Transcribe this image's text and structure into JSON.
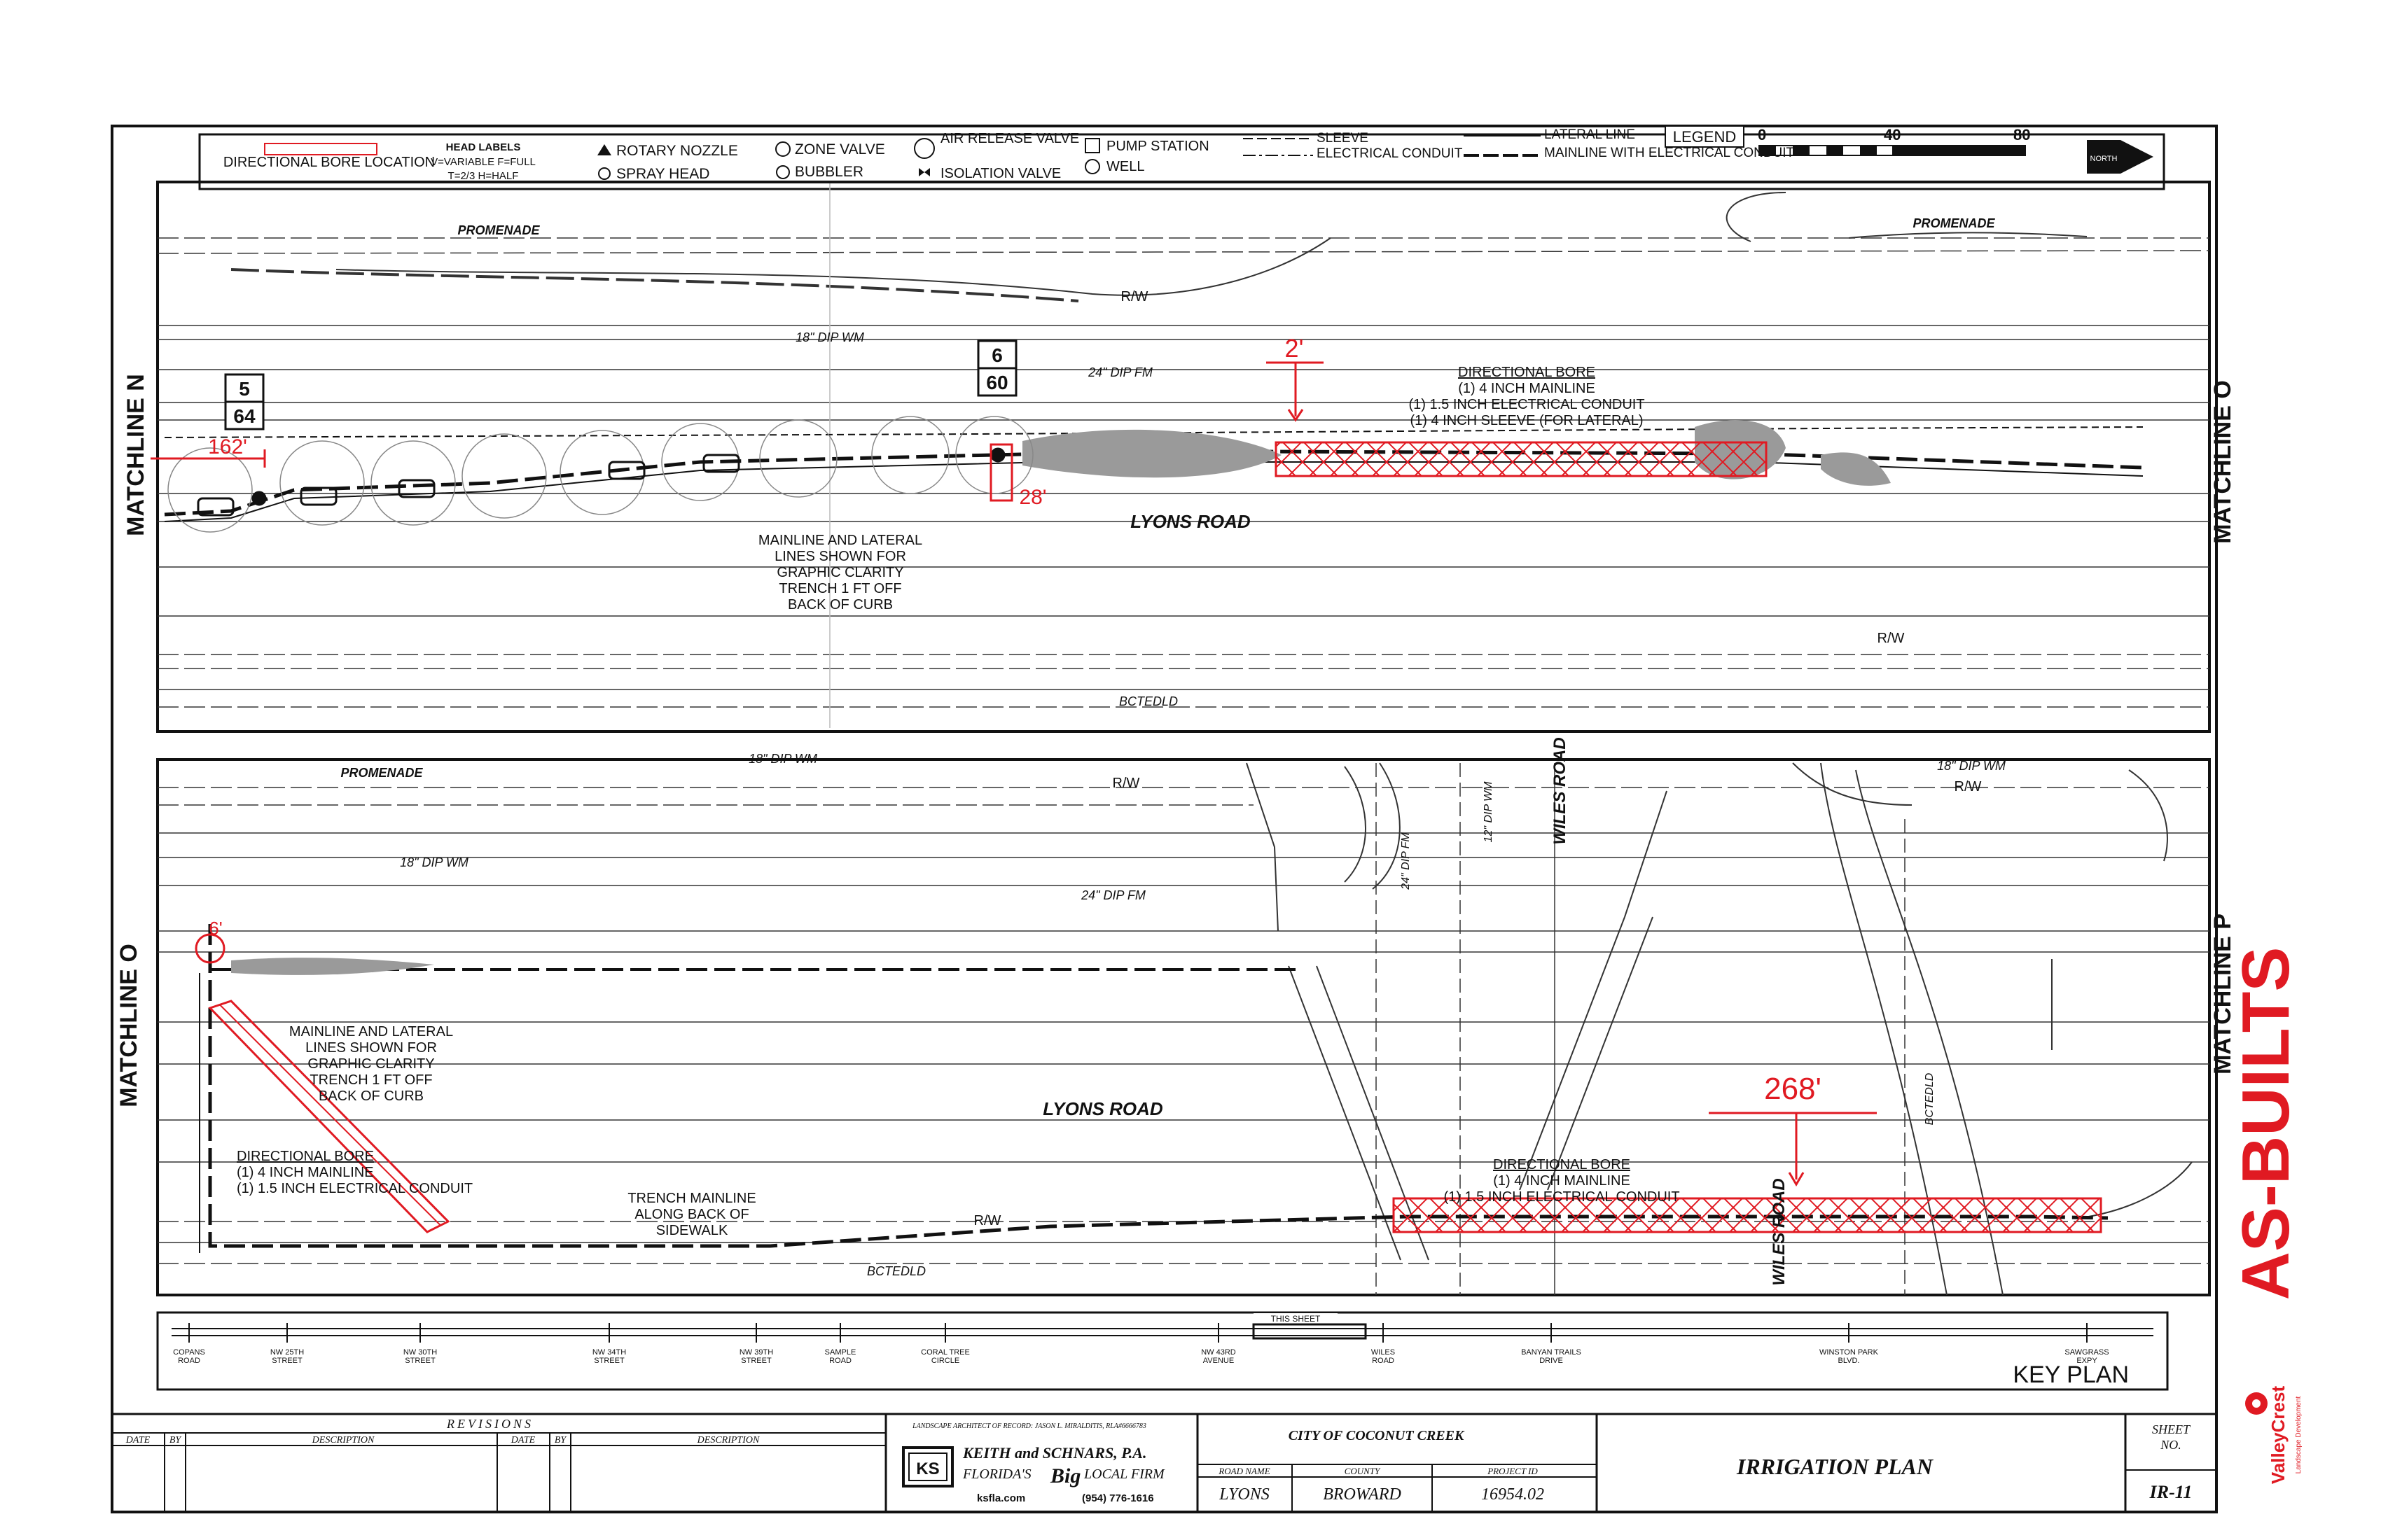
{
  "legend": {
    "directional_bore": "DIRECTIONAL BORE LOCATION",
    "head_labels_title": "HEAD LABELS",
    "head_labels_line1": "V=VARIABLE F=FULL",
    "head_labels_line2": "T=2/3 H=HALF",
    "rotary_nozzle": "ROTARY NOZZLE",
    "spray_head": "SPRAY HEAD",
    "zone_valve": "ZONE VALVE",
    "bubbler": "BUBBLER",
    "air_release_valve": "AIR RELEASE VALVE",
    "isolation_valve": "ISOLATION VALVE",
    "pump_station": "PUMP STATION",
    "well": "WELL",
    "sleeve": "SLEEVE",
    "electrical_conduit": "ELECTRICAL CONDUIT",
    "lateral_line": "LATERAL LINE",
    "mainline_with_conduit": "MAINLINE WITH ELECTRICAL CONDUIT",
    "legend_tag": "LEGEND",
    "scale_0": "0",
    "scale_40": "40",
    "scale_80": "80",
    "north": "NORTH"
  },
  "top_plan": {
    "matchline_left": "MATCHLINE N",
    "matchline_right": "MATCHLINE O",
    "promenade_left": "PROMENADE",
    "promenade_right": "PROMENADE",
    "rw_top": "R/W",
    "rw_bottom": "R/W",
    "water_main": "18\" DIP WM",
    "force_main": "24\" DIP FM",
    "road": "LYONS ROAD",
    "bottom_label": "BCTEDLD",
    "zone_5_top": "5",
    "zone_5_bottom": "64",
    "zone_6_top": "6",
    "zone_6_bottom": "60",
    "note_line1": "MAINLINE AND LATERAL",
    "note_line2": "LINES SHOWN FOR",
    "note_line3": "GRAPHIC CLARITY",
    "note_line4": "TRENCH 1 FT OFF",
    "note_line5": "BACK OF CURB",
    "bore_title": "DIRECTIONAL BORE",
    "bore_line1": "(1) 4 INCH MAINLINE",
    "bore_line2": "(1) 1.5 INCH ELECTRICAL CONDUIT",
    "bore_line3": "(1) 4 INCH SLEEVE (FOR LATERAL)",
    "red_dim_1": "162'",
    "red_dim_2": "2'",
    "red_dim_3": "28'"
  },
  "bottom_plan": {
    "matchline_left": "MATCHLINE O",
    "matchline_right": "MATCHLINE P",
    "promenade": "PROMENADE",
    "rw_a": "R/W",
    "rw_b": "R/W",
    "rw_c": "R/W",
    "water_main": "18\" DIP WM",
    "water_main_top": "18\" DIP WM",
    "water_main_right": "18\" DIP WM",
    "force_main": "24\" DIP FM",
    "force_main_vert": "24\" DIP FM",
    "water_vert": "12\" DIP WM",
    "wiles_road_top": "WILES ROAD",
    "wiles_road_bottom": "WILES ROAD",
    "road": "LYONS ROAD",
    "bottom_label": "BCTEDLD",
    "vert_label": "BCTEDLD",
    "note_line1": "MAINLINE AND LATERAL",
    "note_line2": "LINES SHOWN FOR",
    "note_line3": "GRAPHIC CLARITY",
    "note_line4": "TRENCH 1 FT OFF",
    "note_line5": "BACK OF CURB",
    "bore_left_title": "DIRECTIONAL BORE",
    "bore_left_line1": "(1) 4 INCH MAINLINE",
    "bore_left_line2": "(1) 1.5 INCH ELECTRICAL CONDUIT",
    "trench_line1": "TRENCH MAINLINE",
    "trench_line2": "ALONG BACK OF",
    "trench_line3": "SIDEWALK",
    "bore_right_title": "DIRECTIONAL BORE",
    "bore_right_line1": "(1) 4 INCH MAINLINE",
    "bore_right_line2": "(1) 1.5 INCH ELECTRICAL CONDUIT",
    "red_dim_1": "268'",
    "red_dim_2": "6'"
  },
  "key_plan": {
    "title": "KEY PLAN",
    "this_sheet": "THIS SHEET",
    "streets": [
      "COPANS ROAD",
      "NW 25TH STREET",
      "NW 30TH STREET",
      "NW 34TH STREET",
      "NW 39TH STREET",
      "SAMPLE ROAD",
      "CORAL TREE CIRCLE",
      "NW 43RD AVENUE",
      "WILES ROAD",
      "BANYAN TRAILS DRIVE",
      "WINSTON PARK BLVD.",
      "SAWGRASS EXPY"
    ]
  },
  "title_block": {
    "revisions": "REVISIONS",
    "col_date": "DATE",
    "col_by": "BY",
    "col_description": "DESCRIPTION",
    "architect": "LANDSCAPE ARCHITECT OF RECORD: JASON L. MIRALDITIS, RLA#6666783",
    "firm_name": "KEITH and SCHNARS, P.A.",
    "firm_tagline_1": "FLORIDA'S",
    "firm_tagline_big": "Big",
    "firm_tagline_2": "LOCAL FIRM",
    "website": "ksfla.com",
    "phone": "(954) 776-1616",
    "logo_letters": "KS",
    "client": "CITY OF COCONUT CREEK",
    "road_name_label": "ROAD NAME",
    "county_label": "COUNTY",
    "project_id_label": "PROJECT ID",
    "road_name": "LYONS",
    "county": "BROWARD",
    "project_id": "16954.02",
    "plan_title": "IRRIGATION PLAN",
    "sheet_label_1": "SHEET",
    "sheet_label_2": "NO.",
    "sheet_no": "IR-11"
  },
  "stamp": {
    "as_builts": "AS-BUILTS",
    "company": "ValleyCrest",
    "company_sub": "Landscape Development"
  },
  "colors": {
    "redline": "#e01a22",
    "ink": "#111111",
    "shading": "#9a9a9a"
  }
}
